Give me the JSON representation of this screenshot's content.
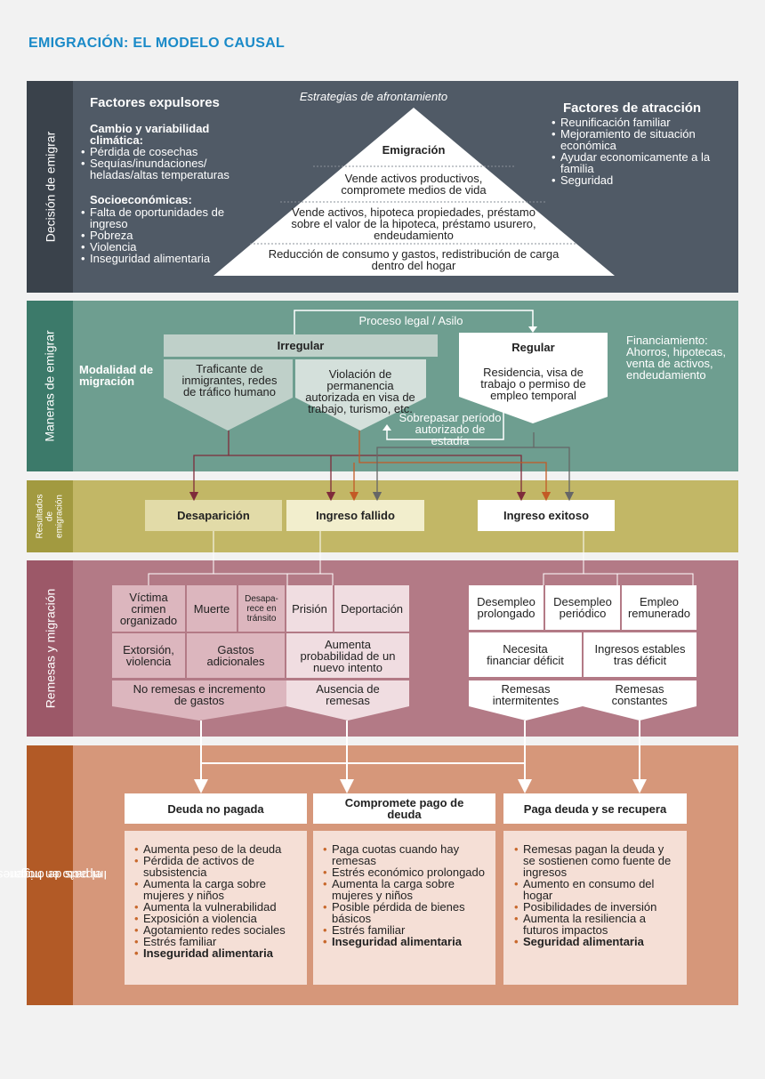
{
  "title": "EMIGRACIÓN: EL MODELO CAUSAL",
  "colors": {
    "band1": "#505a66",
    "band2": "#6e9e90",
    "band3": "#c2b766",
    "band4": "#b37a86",
    "band5": "#d6977a",
    "arrow_dark": "#7f2b3a",
    "arrow_orange": "#c35a25",
    "arrow_gray": "#666666"
  },
  "decision": {
    "label": "Decisión de emigrar",
    "push_title": "Factores expulsores",
    "climate_title": "Cambio y variabilidad climática:",
    "climate_items": [
      "Pérdida de cosechas",
      "Sequías/inundaciones/ heladas/altas temperaturas"
    ],
    "socio_title": "Socioeconómicas:",
    "socio_items": [
      "Falta de oportunidades de ingreso",
      "Pobreza",
      "Violencia",
      "Inseguridad alimentaria"
    ],
    "strategies_title": "Estrategias de afrontamiento",
    "pyramid": [
      "Emigración",
      "Vende activos productivos, compromete medios de vida",
      "Vende activos, hipoteca propiedades, préstamo sobre el valor de la hipoteca, préstamo usurero, endeudamiento",
      "Reducción de consumo y gastos, redistribución de carga dentro del hogar"
    ],
    "pull_title": "Factores de atracción",
    "pull_items": [
      "Reunificación familiar",
      "Mejoramiento de situación económica",
      "Ayudar economicamente a la familia",
      "Seguridad"
    ]
  },
  "ways": {
    "label": "Maneras de emigrar",
    "modality": "Modalidad de migración",
    "legal_process": "Proceso legal / Asilo",
    "irregular_title": "Irregular",
    "irregular_a": "Traficante de inmigrantes, redes de tráfico humano",
    "irregular_b": "Violación de permanencia autorizada en visa de trabajo, turismo, etc.",
    "regular_title": "Regular",
    "regular_text": "Residencia, visa de trabajo o permiso de empleo temporal",
    "overstay": "Sobrepasar período autorizado de estadía",
    "financing": "Financiamiento: Ahorros, hipotecas, venta de activos, endeudamiento"
  },
  "results": {
    "label": "Resultados de emigración",
    "disappearance": "Desaparición",
    "failed": "Ingreso fallido",
    "success": "Ingreso exitoso"
  },
  "remittances": {
    "label": "Remesas y migración",
    "victim": "Víctima crimen organizado",
    "death": "Muerte",
    "disappears": "Desapa- rece en tránsito",
    "prison": "Prisión",
    "deportation": "Deportación",
    "extortion": "Extorsión, violencia",
    "extra_costs": "Gastos adicionales",
    "new_attempt": "Aumenta probabilidad de un nuevo intento",
    "no_remit": "No remesas e incremento de gastos",
    "absent_remit": "Ausencia de remesas",
    "unemp_long": "Desempleo prolongado",
    "unemp_periodic": "Desempleo periódico",
    "employed": "Empleo remunerado",
    "need_finance": "Necesita financiar déficit",
    "stable_income": "Ingresos estables tras déficit",
    "remit_intermittent": "Remesas intermitentes",
    "remit_constant": "Remesas constantes"
  },
  "impact": {
    "label_line1": "Impacto en hogares en",
    "label_line2": "el país de origen",
    "col1_title": "Deuda no pagada",
    "col1_items": [
      "Aumenta peso de la deuda",
      "Pérdida de activos de subsistencia",
      "Aumenta la carga sobre mujeres y niños",
      "Aumenta la vulnerabilidad",
      "Exposición a violencia",
      "Agotamiento redes sociales",
      "Estrés familiar"
    ],
    "col1_bold": "Inseguridad alimentaria",
    "col2_title": "Compromete pago de deuda",
    "col2_items": [
      "Paga cuotas cuando hay remesas",
      "Estrés económico prolongado",
      "Aumenta la carga sobre mujeres y niños",
      "Posible pérdida de bienes básicos",
      "Estrés familiar"
    ],
    "col2_bold": "Inseguridad alimentaria",
    "col3_title": "Paga deuda y se recupera",
    "col3_items": [
      "Remesas pagan la deuda y se sostienen como fuente de ingresos",
      "Aumento en consumo del hogar",
      "Posibilidades de inversión",
      "Aumenta la resiliencia a futuros impactos"
    ],
    "col3_bold": "Seguridad alimentaria"
  }
}
